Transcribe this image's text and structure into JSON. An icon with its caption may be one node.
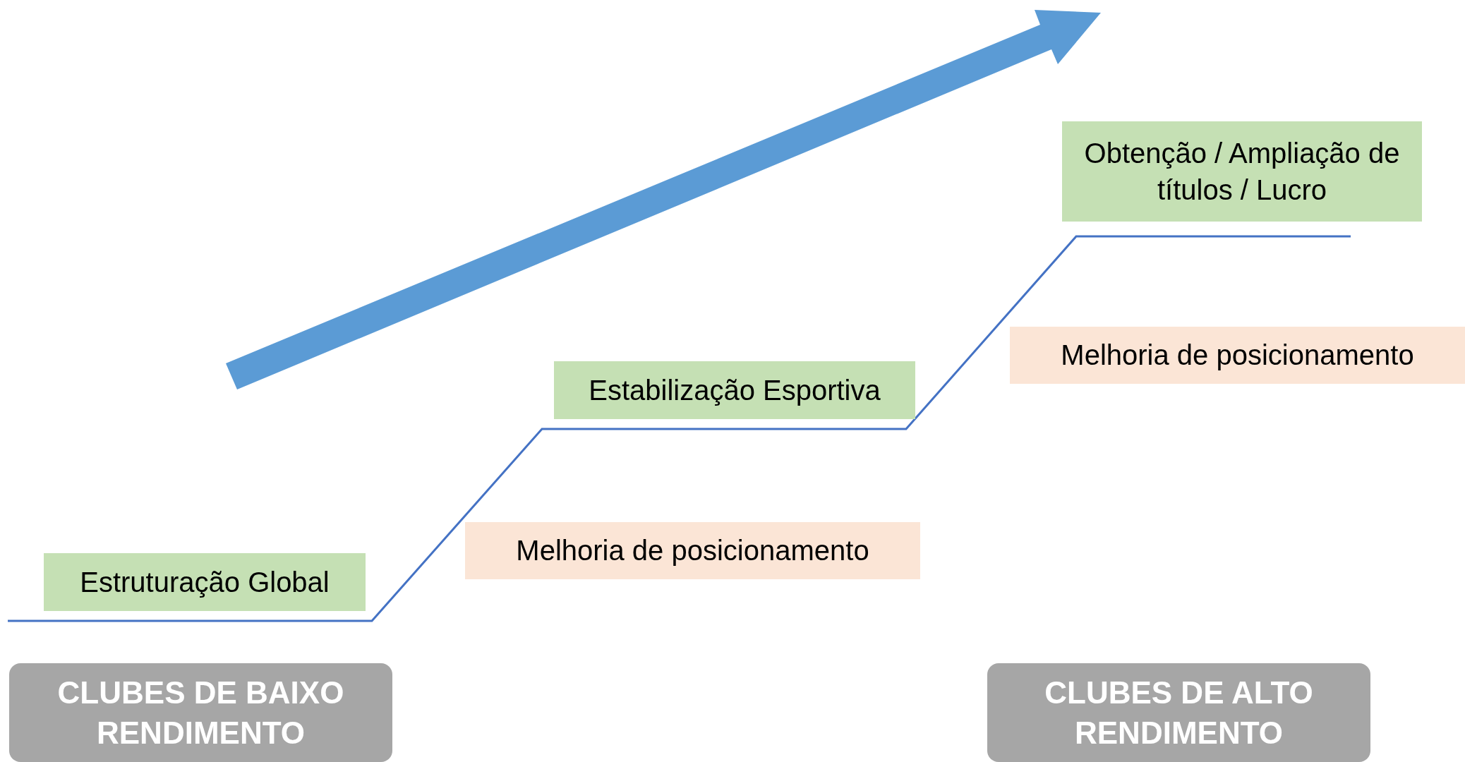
{
  "diagram": {
    "nodes": [
      {
        "text": [
          "Obtenção / Ampliação de títulos / Lucro"
        ]
      },
      {
        "text": [
          "Melhoria de posicionamento"
        ]
      },
      {
        "text": [
          "Estabilização Esportiva"
        ]
      },
      {
        "text": [
          "Melhoria de posicionamento"
        ]
      },
      {
        "text": [
          "Estruturação Global"
        ]
      },
      {
        "text": [
          "CLUBES DE BAIXO RENDIMENTO"
        ]
      },
      {
        "text": [
          "CLUBES DE ALTO RENDIMENTO"
        ]
      }
    ]
  }
}
